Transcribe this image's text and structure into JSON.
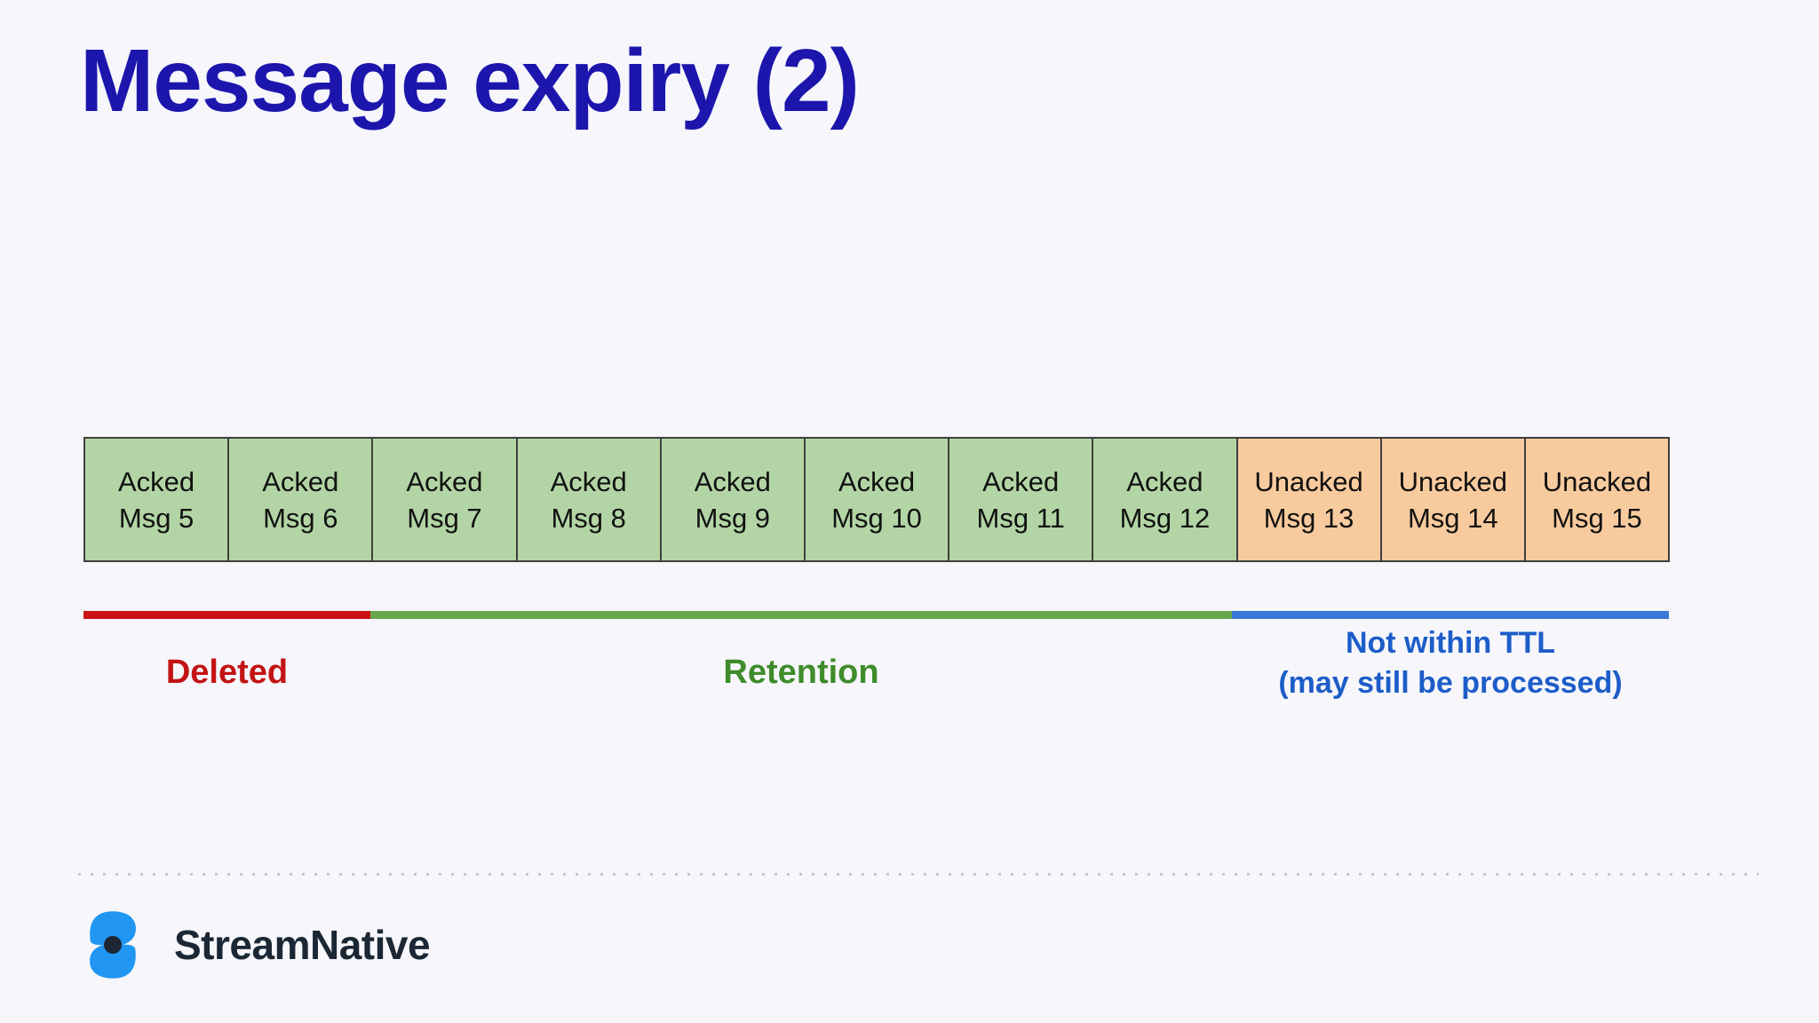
{
  "slide": {
    "title": "Message expiry (2)",
    "background_color": "#f6f6fb",
    "title_color": "#1c16ad"
  },
  "diagram": {
    "boxes": [
      {
        "line1": "Acked",
        "line2": "Msg 5",
        "state": "acked"
      },
      {
        "line1": "Acked",
        "line2": "Msg 6",
        "state": "acked"
      },
      {
        "line1": "Acked",
        "line2": "Msg 7",
        "state": "acked"
      },
      {
        "line1": "Acked",
        "line2": "Msg 8",
        "state": "acked"
      },
      {
        "line1": "Acked",
        "line2": "Msg 9",
        "state": "acked"
      },
      {
        "line1": "Acked",
        "line2": "Msg 10",
        "state": "acked"
      },
      {
        "line1": "Acked",
        "line2": "Msg 11",
        "state": "acked"
      },
      {
        "line1": "Acked",
        "line2": "Msg 12",
        "state": "acked"
      },
      {
        "line1": "Unacked",
        "line2": "Msg 13",
        "state": "unacked"
      },
      {
        "line1": "Unacked",
        "line2": "Msg 14",
        "state": "unacked"
      },
      {
        "line1": "Unacked",
        "line2": "Msg 15",
        "state": "unacked"
      }
    ],
    "box_colors": {
      "acked_fill": "#b3d5a5",
      "unacked_fill": "#f8cb9e",
      "border": "#3f3f3f",
      "text": "#111111"
    },
    "timeline_segments": [
      {
        "id": "deleted",
        "label": "Deleted",
        "line_color": "#cc1414",
        "label_color": "#c21414",
        "boxes_spanned": 2
      },
      {
        "id": "retention",
        "label": "Retention",
        "line_color": "#6aa84f",
        "label_color": "#3e8c2b",
        "boxes_spanned": 6
      },
      {
        "id": "not-within-ttl",
        "label_line1": "Not within TTL",
        "label_line2": "(may still be processed)",
        "line_color": "#3c78d8",
        "label_color": "#1d5dc8",
        "boxes_spanned": 3
      }
    ]
  },
  "footer": {
    "brand": "StreamNative",
    "logo_blue": "#2196f3",
    "logo_dot_color": "#1d2633",
    "brand_text_color": "#1b2734"
  }
}
